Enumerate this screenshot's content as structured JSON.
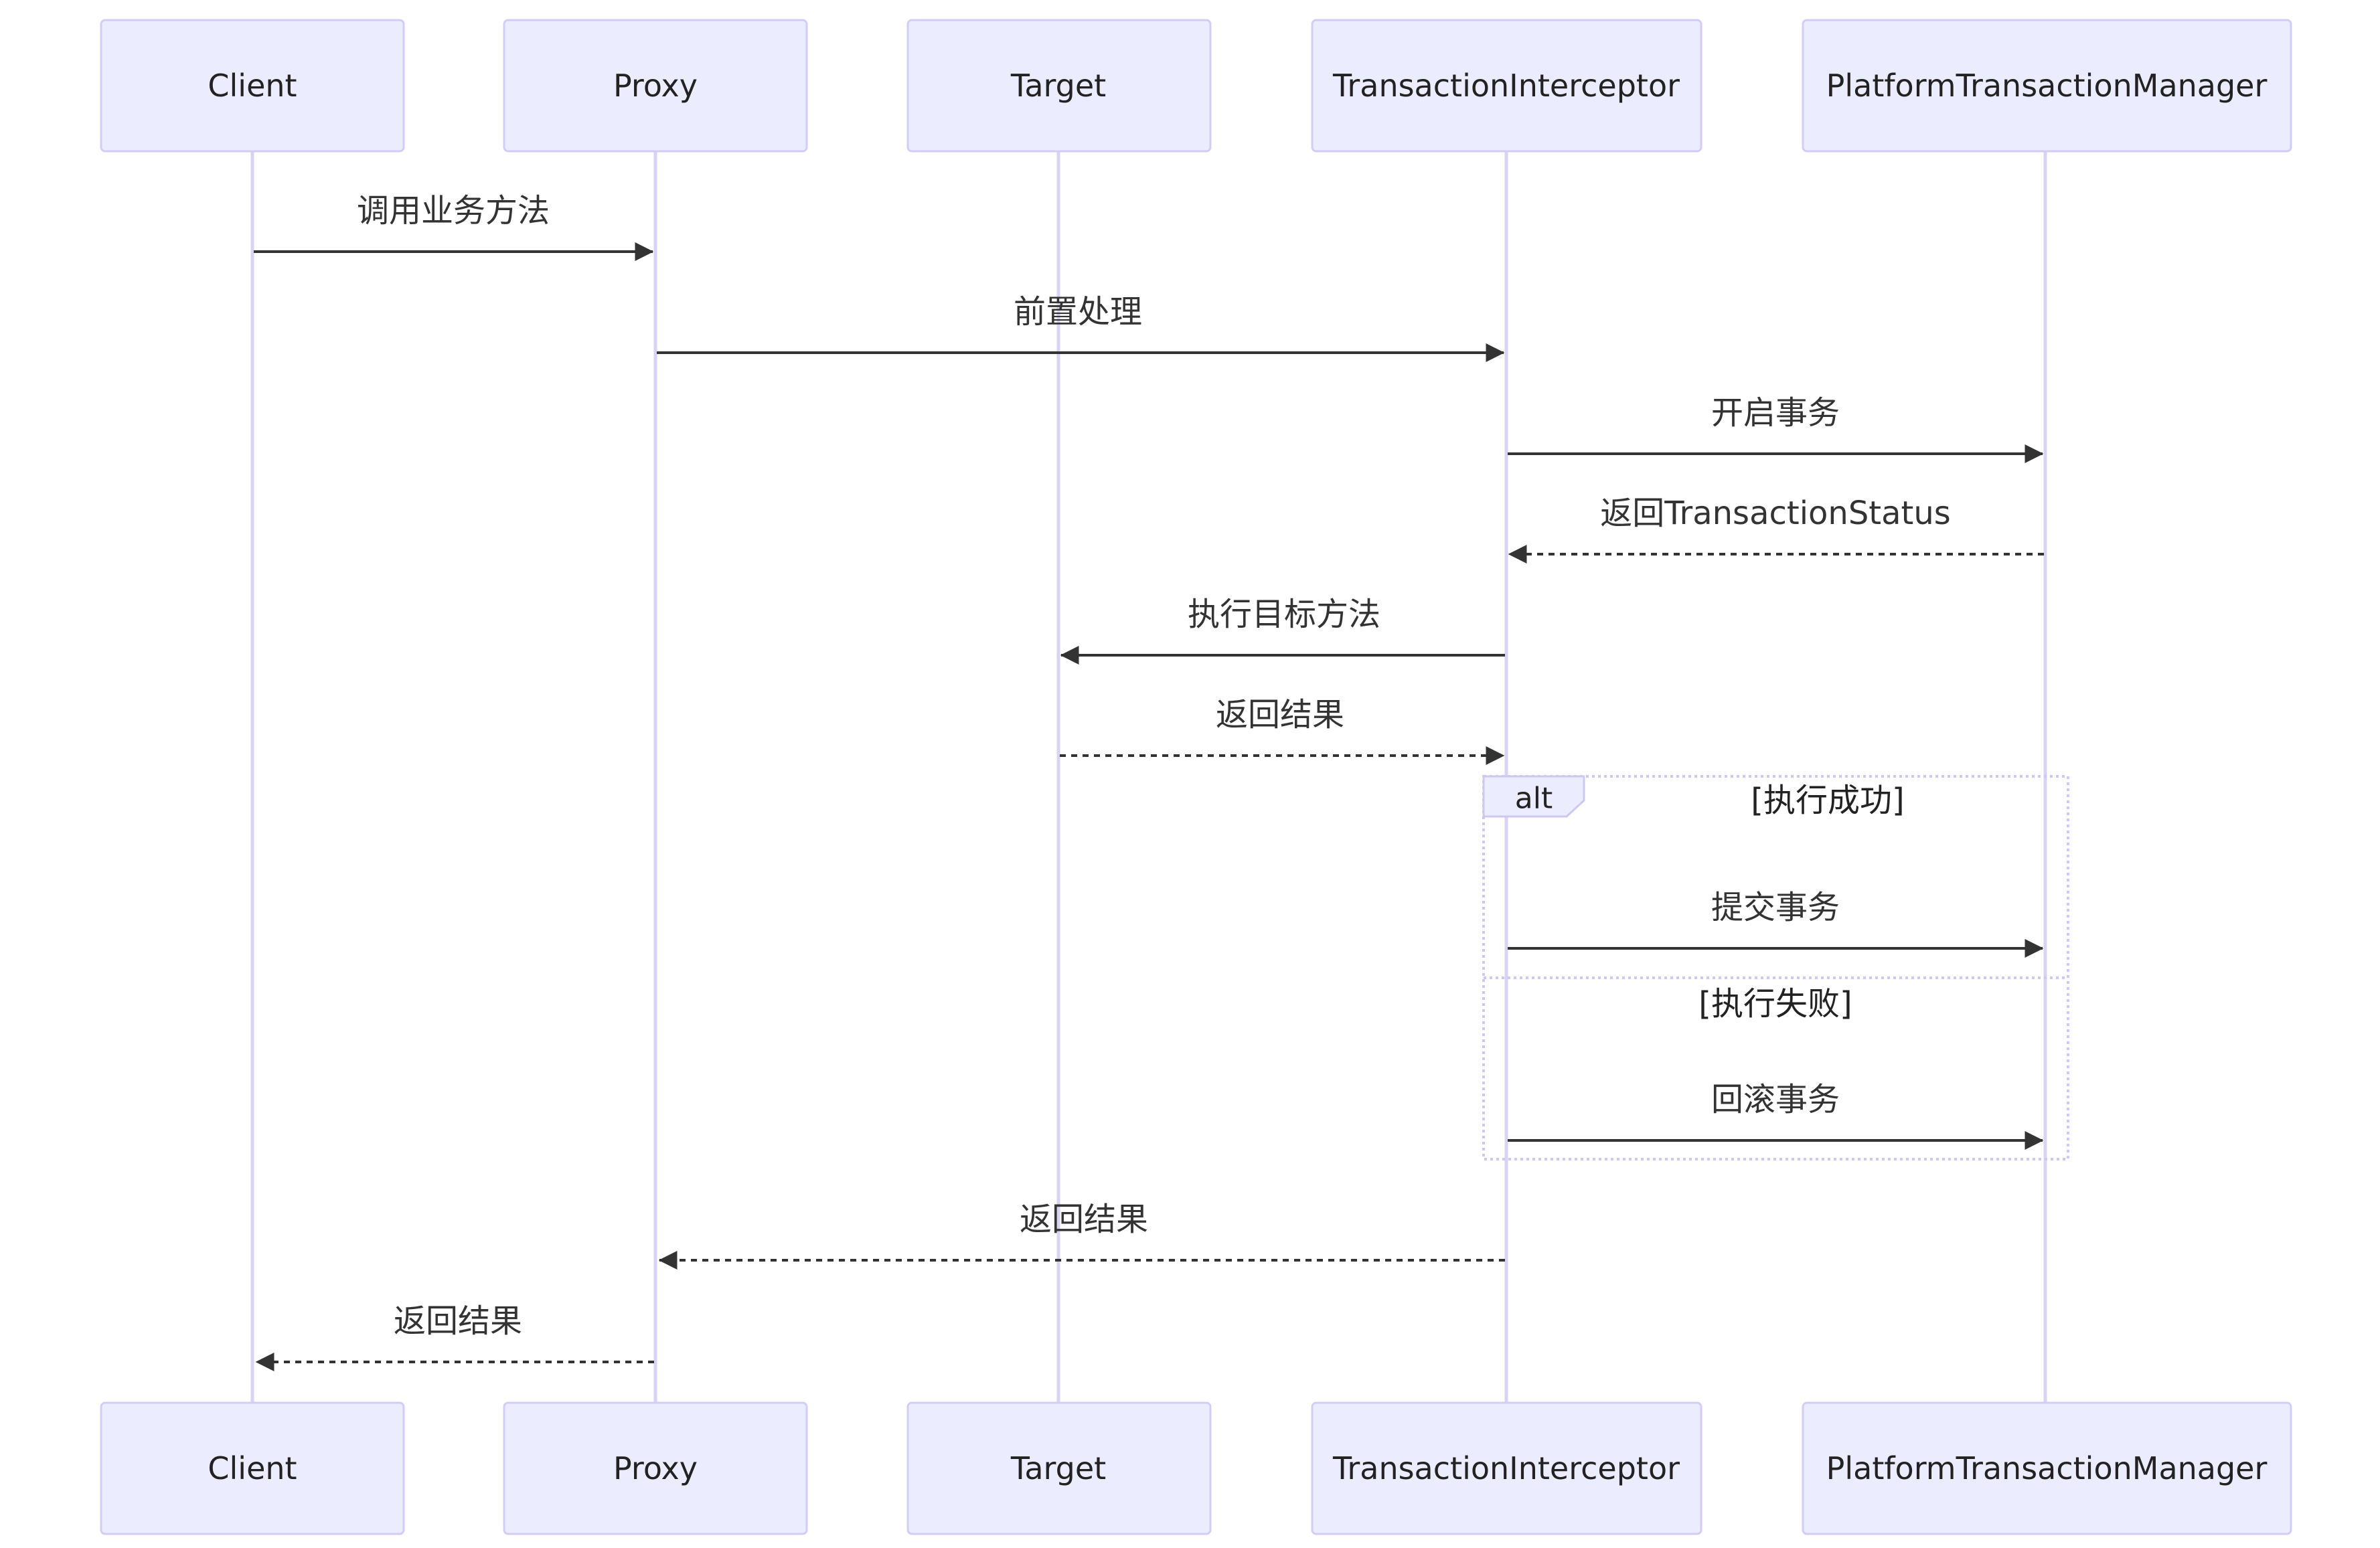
{
  "participants": [
    {
      "id": "client",
      "label": "Client"
    },
    {
      "id": "proxy",
      "label": "Proxy"
    },
    {
      "id": "target",
      "label": "Target"
    },
    {
      "id": "interceptor",
      "label": "TransactionInterceptor"
    },
    {
      "id": "ptm",
      "label": "PlatformTransactionManager"
    }
  ],
  "messages": [
    {
      "from": "client",
      "to": "proxy",
      "label": "调用业务方法",
      "style": "solid"
    },
    {
      "from": "proxy",
      "to": "interceptor",
      "label": "前置处理",
      "style": "solid"
    },
    {
      "from": "interceptor",
      "to": "ptm",
      "label": "开启事务",
      "style": "solid"
    },
    {
      "from": "ptm",
      "to": "interceptor",
      "label": "返回TransactionStatus",
      "style": "dashed"
    },
    {
      "from": "interceptor",
      "to": "target",
      "label": "执行目标方法",
      "style": "solid"
    },
    {
      "from": "target",
      "to": "interceptor",
      "label": "返回结果",
      "style": "dashed"
    },
    {
      "from": "interceptor",
      "to": "ptm",
      "label": "提交事务",
      "style": "solid"
    },
    {
      "from": "interceptor",
      "to": "ptm",
      "label": "回滚事务",
      "style": "solid"
    },
    {
      "from": "interceptor",
      "to": "proxy",
      "label": "返回结果",
      "style": "dashed"
    },
    {
      "from": "proxy",
      "to": "client",
      "label": "返回结果",
      "style": "dashed"
    }
  ],
  "alt_block": {
    "label": "alt",
    "conditions": [
      "[执行成功]",
      "[执行失败]"
    ]
  },
  "colors": {
    "actor_fill": "#ececff",
    "actor_border": "#d2cdf5",
    "lifeline": "#d8d2f3",
    "arrow": "#333333"
  }
}
